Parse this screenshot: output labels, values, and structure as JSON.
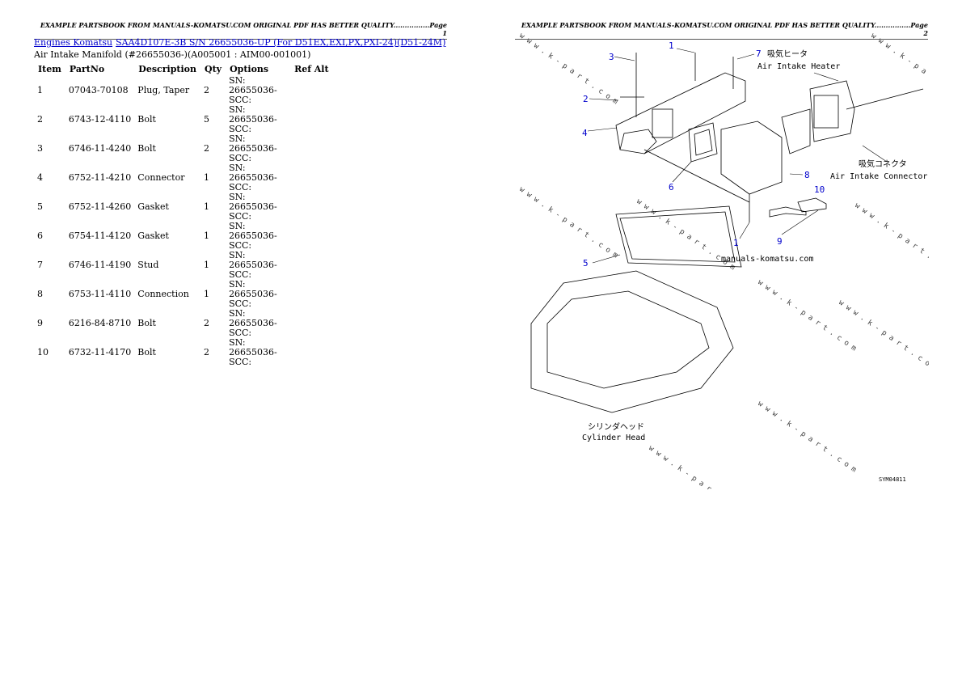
{
  "page1": {
    "header": "EXAMPLE PARTSBOOK FROM MANUALS-KOMATSU.COM ORIGINAL PDF HAS BETTER QUALITY................Page 1",
    "breadcrumb": [
      "Engines Komatsu",
      "SAA4D107E-3B S/N 26655036-UP (For D51EX,EXI,PX,PXI-24)(D51-24M)"
    ],
    "subtitle": "Air Intake Manifold (#26655036-)(A005001 : AIM00-001001)",
    "columns": [
      "Item",
      "PartNo",
      "Description",
      "Qty",
      "Options",
      "Ref Alt"
    ],
    "rows": [
      [
        "1",
        "07043-70108",
        "Plug, Taper",
        "2",
        "SN: 26655036-SCC:",
        ""
      ],
      [
        "2",
        "6743-12-4110",
        "Bolt",
        "5",
        "SN: 26655036-SCC:",
        ""
      ],
      [
        "3",
        "6746-11-4240",
        "Bolt",
        "2",
        "SN: 26655036-SCC:",
        ""
      ],
      [
        "4",
        "6752-11-4210",
        "Connector",
        "1",
        "SN: 26655036-SCC:",
        ""
      ],
      [
        "5",
        "6752-11-4260",
        "Gasket",
        "1",
        "SN: 26655036-SCC:",
        ""
      ],
      [
        "6",
        "6754-11-4120",
        "Gasket",
        "1",
        "SN: 26655036-SCC:",
        ""
      ],
      [
        "7",
        "6746-11-4190",
        "Stud",
        "1",
        "SN: 26655036-SCC:",
        ""
      ],
      [
        "8",
        "6753-11-4110",
        "Connection",
        "1",
        "SN: 26655036-SCC:",
        ""
      ],
      [
        "9",
        "6216-84-8710",
        "Bolt",
        "2",
        "SN: 26655036-SCC:",
        ""
      ],
      [
        "10",
        "6732-11-4170",
        "Bolt",
        "2",
        "SN: 26655036-SCC:",
        ""
      ]
    ]
  },
  "page2": {
    "header": "EXAMPLE PARTSBOOK FROM MANUALS-KOMATSU.COM ORIGINAL PDF HAS BETTER QUALITY................Page 2",
    "diagram": {
      "heater_jp": "吸気ヒータ",
      "heater_en": "Air Intake Heater",
      "connector_jp": "吸気コネクタ",
      "connector_en": "Air Intake Connector",
      "site": "manuals-komatsu.com",
      "head_jp": "シリンダヘッド",
      "head_en": "Cylinder Head",
      "watermark": "w w w . k - p a r t . c o m",
      "code": "SYM04811",
      "callouts": [
        "1",
        "2",
        "3",
        "4",
        "5",
        "6",
        "7",
        "8",
        "9",
        "10",
        "1"
      ]
    }
  }
}
